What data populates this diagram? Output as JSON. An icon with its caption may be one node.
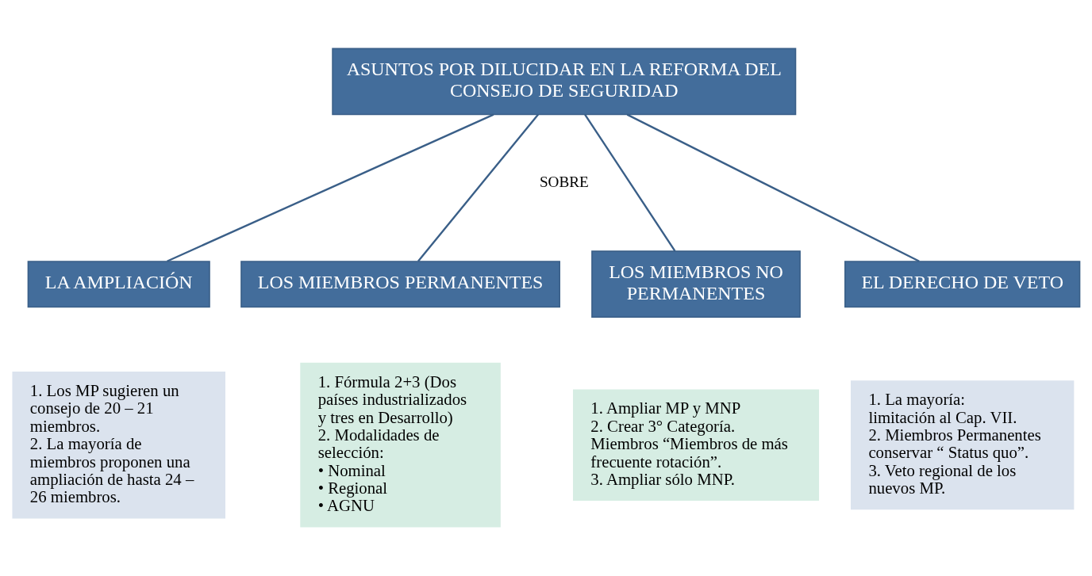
{
  "diagram": {
    "nodes": [
      {
        "text": [
          "ASUNTOS POR DILUCIDAR EN LA REFORMA DEL CONSEJO DE SEGURIDAD"
        ]
      },
      {
        "text": [
          "LA AMPLIACIÓN"
        ]
      },
      {
        "text": [
          "LOS MIEMBROS PERMANENTES"
        ]
      },
      {
        "text": [
          "LOS MIEMBROS NO PERMANENTES"
        ]
      },
      {
        "text": [
          "EL DERECHO DE VETO"
        ]
      },
      {
        "text": [
          "1. Los MP sugieren un consejo de 20 – 21 miembros.",
          "2. La mayoría de miembros proponen una ampliación de hasta 24 – 26 miembros."
        ]
      },
      {
        "text": [
          "1. Fórmula 2+3 (Dos países industrializados y tres en Desarrollo)",
          "2. Modalidades de selección:",
          "• Nominal",
          "• Regional",
          "• AGNU"
        ]
      },
      {
        "text": [
          "1. Ampliar MP y MNP",
          "2. Crear 3° Categoría. Miembros “Miembros de más frecuente rotación”.",
          "3. Ampliar sólo MNP."
        ]
      },
      {
        "text": [
          "1. La mayoría: limitación al Cap. VII.",
          "2. Miembros Permanentes conservar “ Status quo”.",
          "3. Veto regional de los nuevos MP."
        ]
      }
    ],
    "edges": [
      {
        "from": 0,
        "to": 1,
        "arrow": "none"
      },
      {
        "from": 0,
        "to": 2,
        "arrow": "none"
      },
      {
        "from": 0,
        "to": 3,
        "arrow": "none"
      },
      {
        "from": 0,
        "to": 4,
        "arrow": "none"
      }
    ],
    "labels": [
      "SOBRE"
    ]
  }
}
